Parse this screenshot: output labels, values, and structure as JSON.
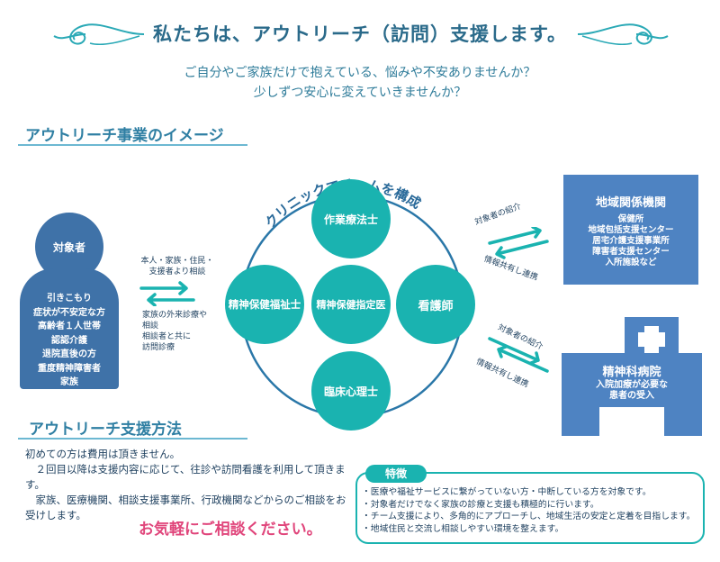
{
  "header": {
    "title": "私たちは、アウトリーチ（訪問）支援します。",
    "subtitle_line1": "ご自分やご家族だけで抱えている、悩みや不安ありませんか？",
    "subtitle_line2": "少しずつ安心に変えていきませんか？"
  },
  "image_section": {
    "title": "アウトリーチ事業のイメージ"
  },
  "target": {
    "label": "対象者",
    "items": [
      "引きこもり",
      "症状が不安定な方",
      "高齢者１人世帯",
      "認認介護",
      "退院直後の方",
      "重度精神障害者",
      "家族"
    ]
  },
  "left_flow": {
    "top_lines": [
      "本人・家族・住民・",
      "支援者より相談"
    ],
    "bottom_lines": [
      "家族の外来診療や",
      "相談",
      "相談者と共に",
      "訪問診療"
    ]
  },
  "team": {
    "arc_label": "クリニックでチームを構成",
    "members": {
      "top": "作業療法士",
      "left": "精神保健福祉士",
      "center": "精神保健指定医",
      "right": "看護師",
      "bottom": "臨床心理士"
    }
  },
  "right_flow_top": {
    "upper": "対象者の紹介",
    "lower": "情報共有し連携"
  },
  "right_flow_bottom": {
    "upper": "対象者の紹介",
    "lower": "情報共有し連携"
  },
  "region_box": {
    "title": "地域関係機関",
    "lines": [
      "保健所",
      "地域包括支援センター",
      "居宅介護支援事業所",
      "障害者支援センター",
      "入所施設など"
    ]
  },
  "hospital": {
    "title": "精神科病院",
    "lines": [
      "入院加療が必要な",
      "患者の受入"
    ]
  },
  "method": {
    "title": "アウトリーチ支援方法",
    "paragraphs": [
      "初めての方は費用は頂きません。",
      "２回目以降は支援内容に応じて、往診や訪問看護を利用して頂きます。",
      "家族、医療機関、相談支援事業所、行政機関などからのご相談をお受けします。"
    ],
    "callout": "お気軽にご相談ください。"
  },
  "features": {
    "title": "特徴",
    "items": [
      "・医療や福祉サービスに繋がっていない方・中断している方を対象です。",
      "・対象者だけでなく家族の診療と支援も積極的に行います。",
      "・チーム支援により、多角的にアプローチし、地域生活の安定と定着を目指します。",
      "・地域住民と交流し相談しやすい環境を整えます。"
    ]
  },
  "colors": {
    "teal": "#1ab3b0",
    "navy_blue": "#4e83c2",
    "person_blue": "#3f72a8",
    "circle_outline": "#2a77a8",
    "pink": "#e0457b"
  }
}
